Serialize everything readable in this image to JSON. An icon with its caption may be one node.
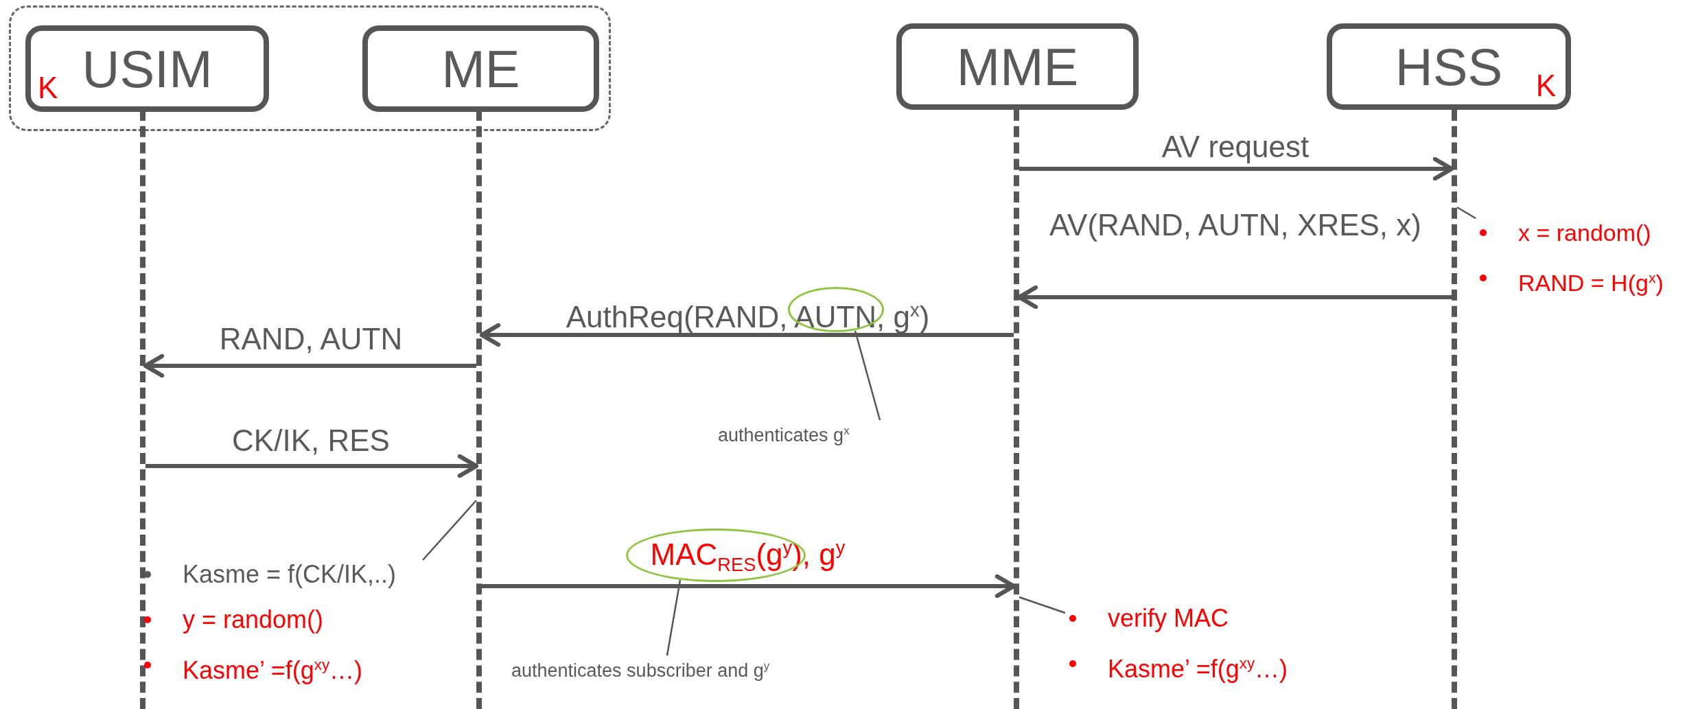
{
  "diagram": {
    "nodes": [
      {
        "text": [],
        "shape": "box"
      },
      {
        "text": [
          "K",
          "USIM"
        ],
        "in": 0
      },
      {
        "text": [
          "ME"
        ],
        "in": 0
      },
      {
        "text": [
          "MME"
        ]
      },
      {
        "text": [
          "HSS",
          "K"
        ]
      },
      {
        "text": [],
        "shape": "bar"
      },
      {
        "text": [],
        "shape": "bar"
      },
      {
        "text": [],
        "shape": "bar"
      },
      {
        "text": [],
        "shape": "bar"
      },
      {
        "text": [],
        "shape": "ellipse"
      },
      {
        "text": [
          "authenticates g$^{x}$"
        ]
      },
      {
        "text": [],
        "shape": "ellipse"
      },
      {
        "text": [
          "authenticates subscriber and g$^{y}$"
        ]
      },
      {
        "text": [
          "x = random()",
          "RAND = H(g$^{x}$)"
        ]
      },
      {
        "text": [
          "Kasme = f(CK/IK,..)",
          "y = random()",
          "Kasme’ =f(g$^{xy}$…)"
        ]
      },
      {
        "text": [
          "verify MAC",
          "Kasme’ =f(g$^{xy}$…)"
        ]
      }
    ],
    "edges": [
      {
        "from": 7,
        "to": 8,
        "arrow": "to",
        "label": "AV request"
      },
      {
        "from": 8,
        "to": 7,
        "arrow": "to",
        "label": "AV(RAND, AUTN, XRES, x)"
      },
      {
        "from": 7,
        "to": 6,
        "arrow": "to",
        "label": "AuthReq(RAND, AUTN, g$^{x}$)"
      },
      {
        "from": 6,
        "to": 5,
        "arrow": "to",
        "label": "RAND, AUTN"
      },
      {
        "from": 5,
        "to": 6,
        "arrow": "to",
        "label": "CK/IK, RES"
      },
      {
        "from": 6,
        "to": 7,
        "arrow": "to",
        "label": "MAC$_{RES}$(g$^{y}$), g$^{y}$"
      },
      {
        "from": 10,
        "to": 9,
        "arrow": "none"
      },
      {
        "from": 12,
        "to": 11,
        "arrow": "none"
      },
      {
        "from": 13,
        "to": 8,
        "arrow": "none"
      },
      {
        "from": 14,
        "to": 6,
        "arrow": "none"
      },
      {
        "from": 15,
        "to": 7,
        "arrow": "none"
      }
    ]
  }
}
